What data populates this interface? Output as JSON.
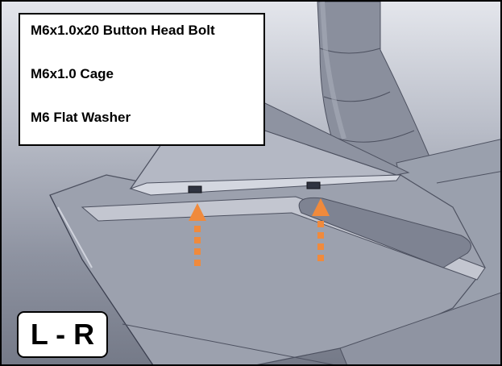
{
  "parts_list": {
    "items": [
      "M6x1.0x20 Button Head Bolt",
      "M6x1.0 Cage",
      "M6 Flat Washer"
    ]
  },
  "view_label": "L - R",
  "colors": {
    "arrow": "#f08a3c",
    "metal_light": "#c8cbd6",
    "metal_dark": "#5b6070"
  }
}
